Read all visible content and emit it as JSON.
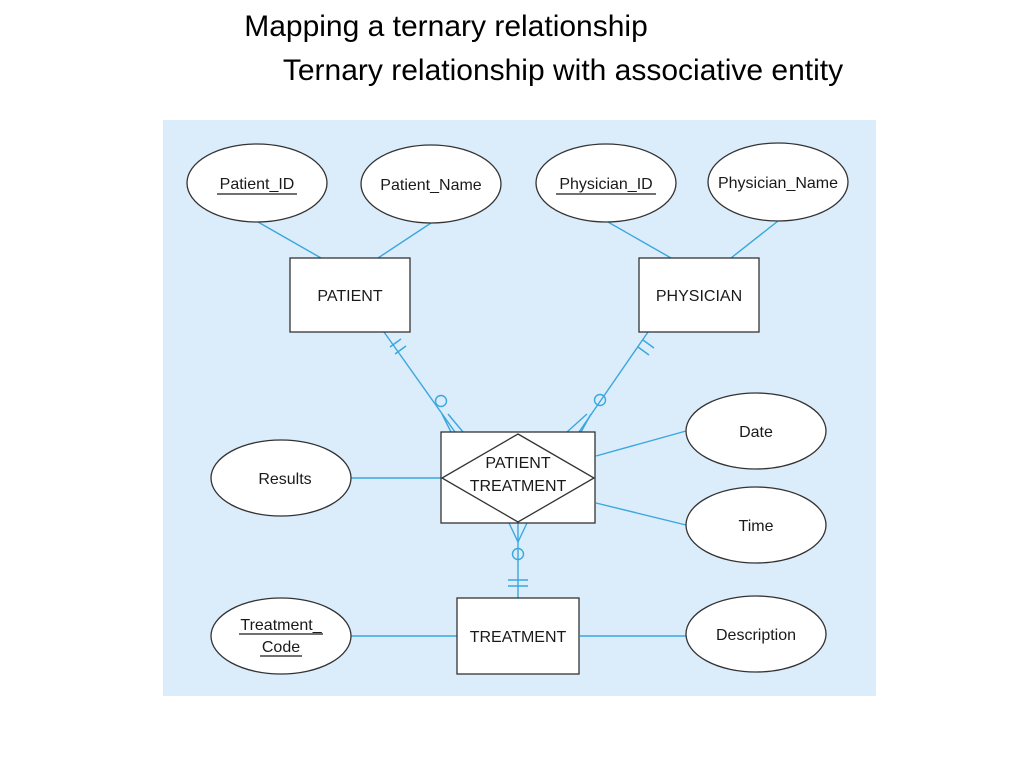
{
  "titles": {
    "main": "Mapping a ternary relationship",
    "sub": "Ternary relationship with associative entity"
  },
  "colors": {
    "background": "#ffffff",
    "panel": "#dbecfa",
    "connector": "#3aa7df",
    "outline": "#333333"
  },
  "entities": {
    "patient": "PATIENT",
    "physician": "PHYSICIAN",
    "treatment": "TREATMENT",
    "associative_line1": "PATIENT",
    "associative_line2": "TREATMENT"
  },
  "attributes": {
    "patient_id": "Patient_ID",
    "patient_name": "Patient_Name",
    "physician_id": "Physician_ID",
    "physician_name": "Physician_Name",
    "date": "Date",
    "time": "Time",
    "results": "Results",
    "treatment_code_line1": "Treatment_",
    "treatment_code_line2": "Code",
    "description": "Description"
  }
}
